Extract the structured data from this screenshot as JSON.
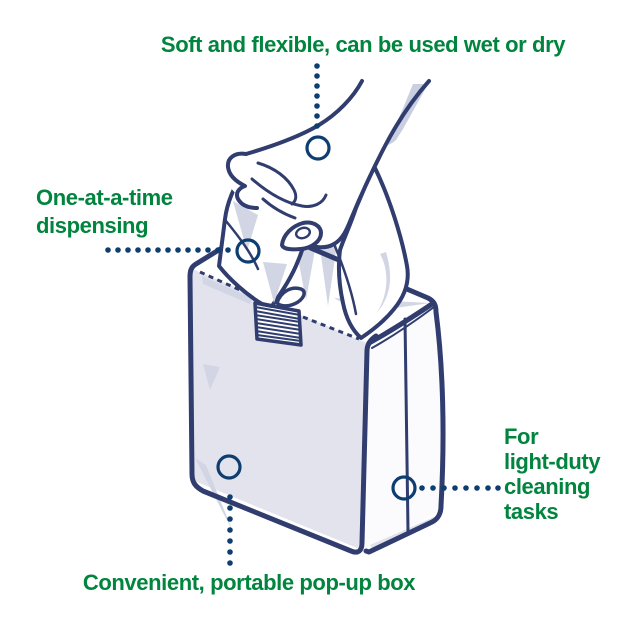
{
  "page": {
    "background": "#ffffff",
    "kind": "product-feature-callout-diagram"
  },
  "colors": {
    "label_green": "#00843e",
    "lineart_navy": "#303d6e",
    "marker_navy": "#0e3d70",
    "box_front_fill": "#e3e3ee",
    "box_side_fill": "#fbfbfd",
    "shade_grey": "#d2d6e4"
  },
  "illustration": {
    "parts": [
      "hand-pulling-wipe-icon",
      "wipe-icon",
      "pop-up-box-icon",
      "dispensing-opening-icon"
    ]
  },
  "callouts": {
    "top": {
      "text": "Soft and flexible, can be used wet or dry"
    },
    "left": {
      "text": "One-at-a-time\ndispensing"
    },
    "right": {
      "text": "For\nlight-duty\ncleaning\ntasks"
    },
    "bottom": {
      "text": "Convenient, portable pop-up box"
    }
  }
}
